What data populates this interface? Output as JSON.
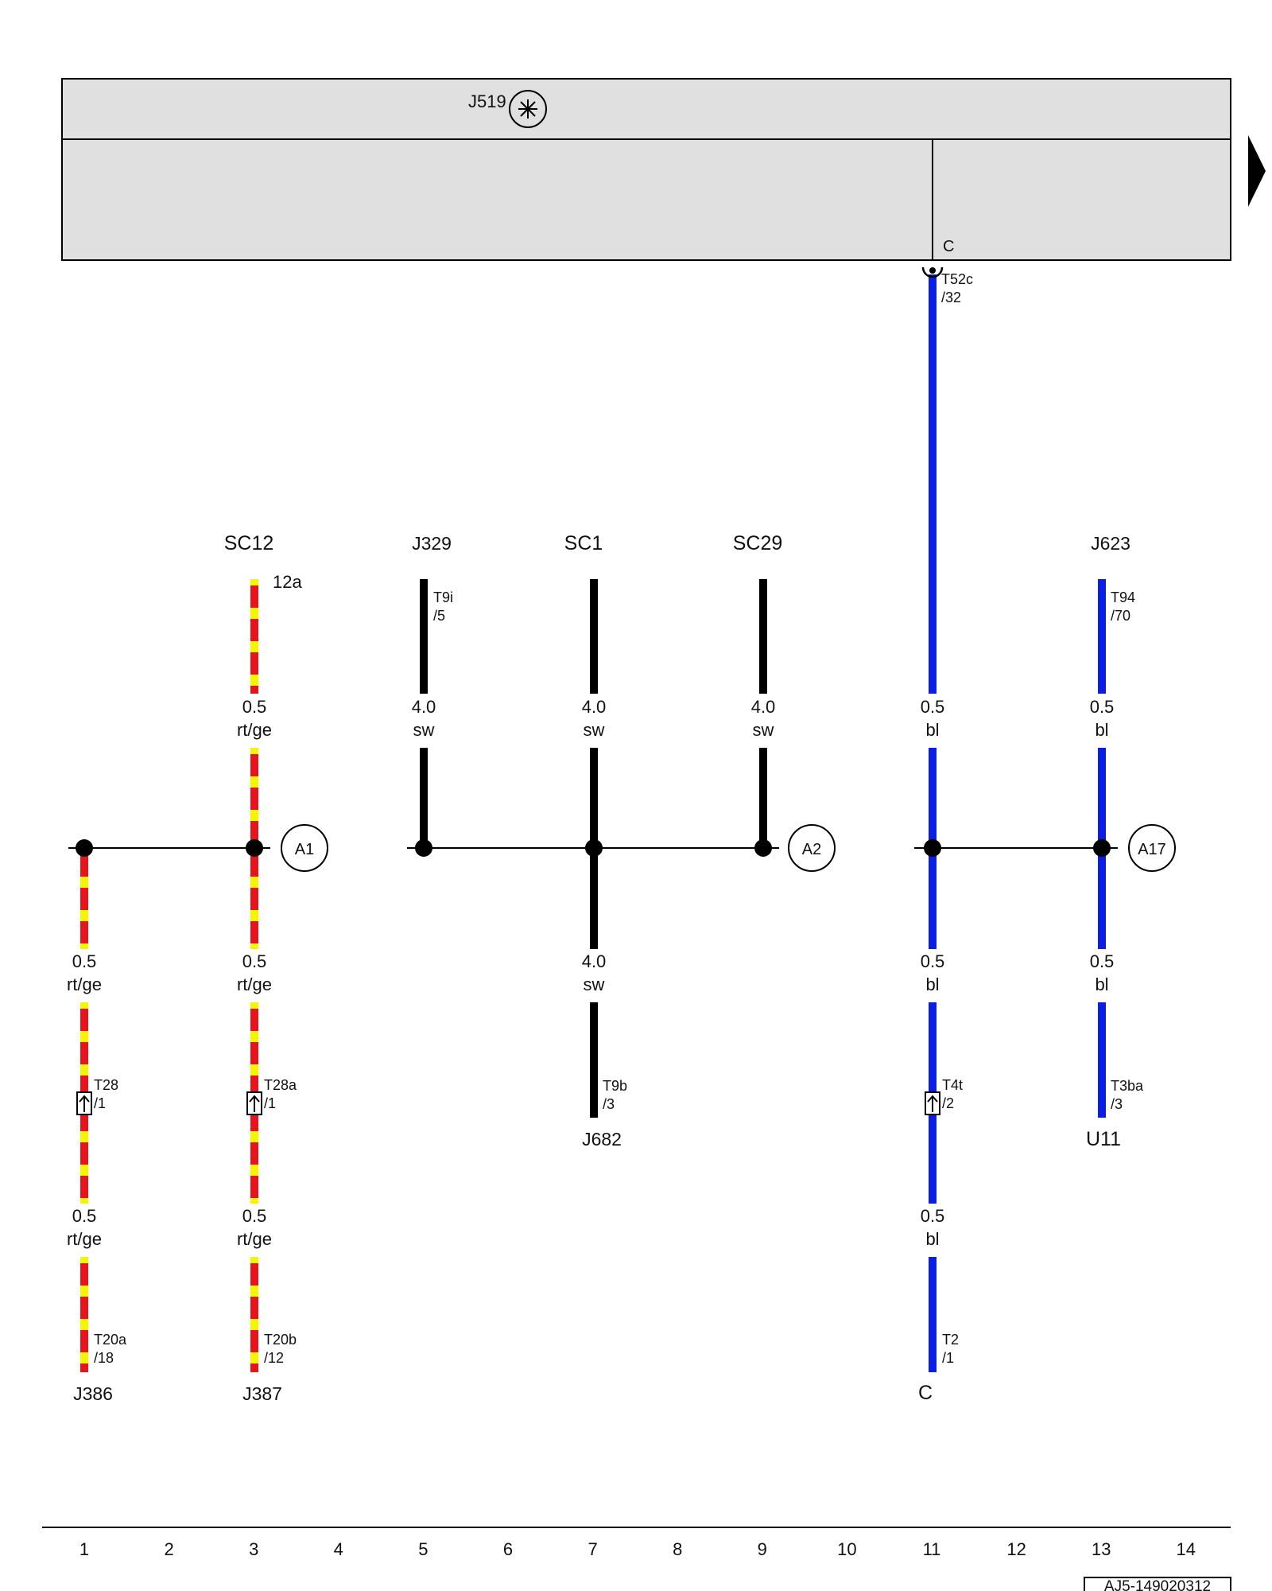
{
  "module": {
    "code": "J519"
  },
  "module_pin": "C",
  "components": {
    "sc12": "SC12",
    "j329": "J329",
    "sc1": "SC1",
    "sc29": "SC29",
    "j623": "J623",
    "j386": "J386",
    "j387": "J387",
    "j682": "J682",
    "c": "C",
    "u11": "U11"
  },
  "fuse_pin": "12a",
  "connectors": {
    "t52c_a": "T52c",
    "t52c_b": "/32",
    "t9i_a": "T9i",
    "t9i_b": "/5",
    "t94_a": "T94",
    "t94_b": "/70",
    "t28_a": "T28",
    "t28_b": "/1",
    "t28a_a": "T28a",
    "t28a_b": "/1",
    "t9b_a": "T9b",
    "t9b_b": "/3",
    "t4t_a": "T4t",
    "t4t_b": "/2",
    "t3ba_a": "T3ba",
    "t3ba_b": "/3",
    "t20a_a": "T20a",
    "t20a_b": "/18",
    "t20b_a": "T20b",
    "t20b_b": "/12",
    "t2_a": "T2",
    "t2_b": "/1"
  },
  "wires": {
    "rtge_size": "0.5",
    "rtge_color": "rt/ge",
    "sw_size": "4.0",
    "sw_color": "sw",
    "bl_size": "0.5",
    "bl_color": "bl"
  },
  "junctions": {
    "a1": "A1",
    "a2": "A2",
    "a17": "A17"
  },
  "grid": [
    "1",
    "2",
    "3",
    "4",
    "5",
    "6",
    "7",
    "8",
    "9",
    "10",
    "11",
    "12",
    "13",
    "14"
  ],
  "doc_code": "AJ5-149020312",
  "colors": {
    "module_fill": "#e0e0e0",
    "rt": "#e8141c",
    "ge": "#f5f500",
    "sw": "#000000",
    "bl": "#0a1ee6"
  }
}
